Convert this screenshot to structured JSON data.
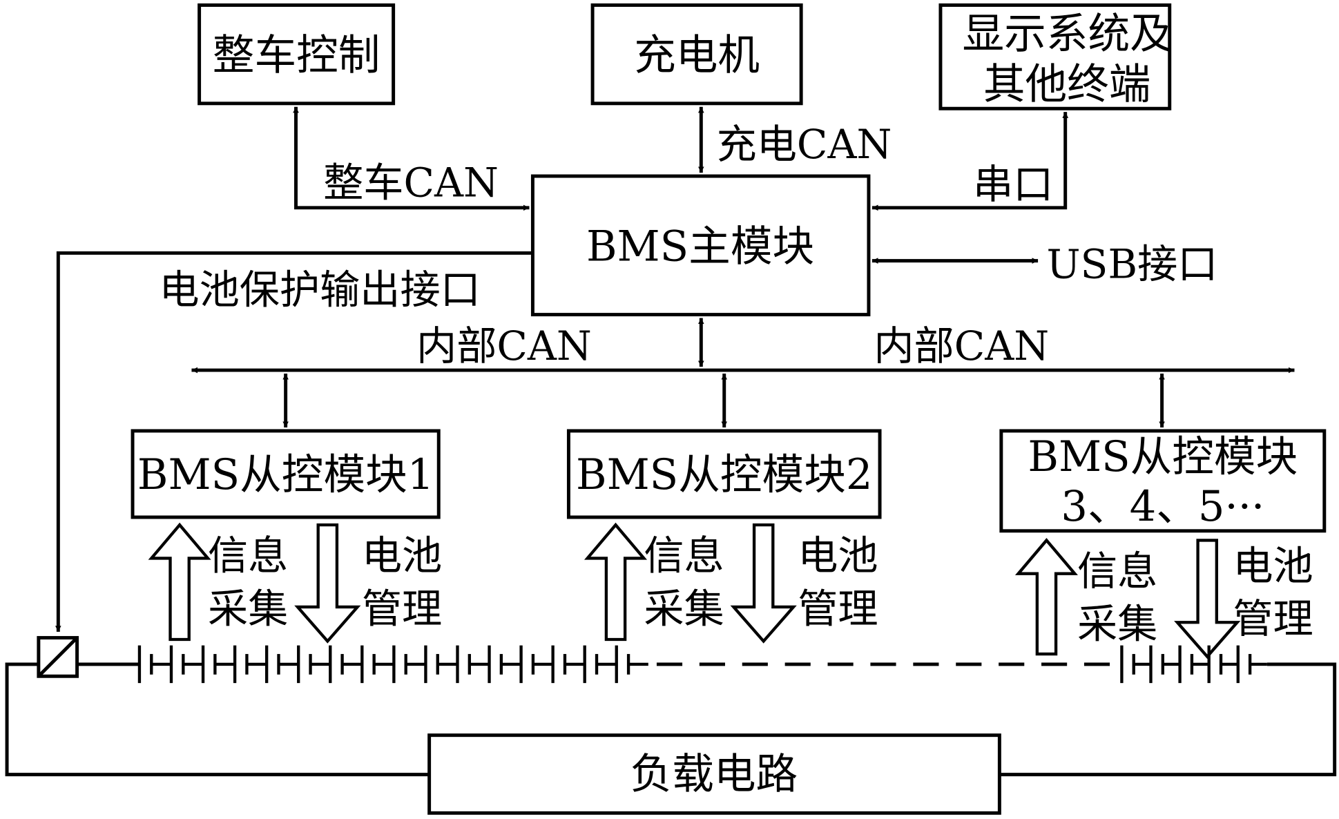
{
  "nodes": {
    "vehicle_control": "整车控制",
    "charger": "充电机",
    "display_line1": "显示系统及",
    "display_line2": "其他终端",
    "bms_main": "BMS主模块",
    "slave1": "BMS从控模块1",
    "slave2": "BMS从控模块2",
    "slave3_line1": "BMS从控模块",
    "slave3_line2": "3、4、5···",
    "load": "负载电路"
  },
  "edges": {
    "vehicle_can": "整车CAN",
    "charge_can": "充电CAN",
    "serial": "串口",
    "usb": "USB接口",
    "protect_output": "电池保护输出接口",
    "internal_can_left": "内部CAN",
    "internal_can_right": "内部CAN"
  },
  "flows": {
    "info_line1": "信息",
    "info_line2": "采集",
    "mgmt_line1": "电池",
    "mgmt_line2": "管理"
  }
}
